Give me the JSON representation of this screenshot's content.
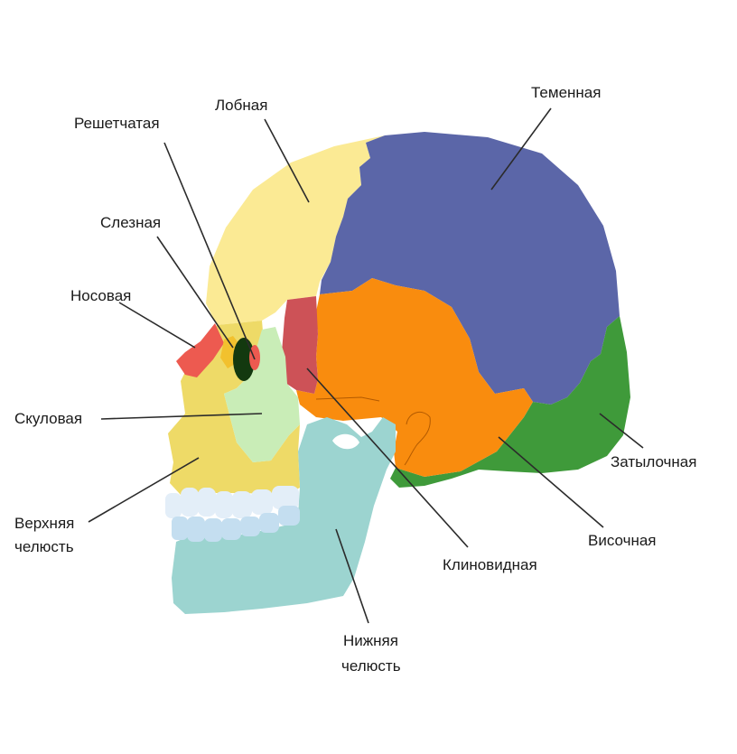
{
  "colors": {
    "frontal": "#FBEA94",
    "parietal": "#5B66A8",
    "occipital": "#3F9A3A",
    "temporal": "#F98C0E",
    "sphenoid": "#CD5257",
    "nasal": "#ED5A50",
    "lacrimal": "#F2C12E",
    "ethmoid": "#13390F",
    "zygomatic": "#C9EDB7",
    "maxilla": "#EEDA67",
    "mandible": "#9CD4D0",
    "upper_teeth": "#E3EEF8",
    "lower_teeth": "#C4DEF0",
    "outline": "#2b2b2b"
  },
  "labels": {
    "ethmoid": "Решетчатая",
    "frontal": "Лобная",
    "parietal": "Теменная",
    "lacrimal": "Слезная",
    "nasal": "Носовая",
    "zygomatic": "Скуловая",
    "maxilla_line1": "Верхняя",
    "maxilla_line2": "челюсть",
    "occipital": "Затылочная",
    "temporal": "Височная",
    "sphenoid": "Клиновидная",
    "mandible_line1": "Нижняя",
    "mandible_line2": "челюсть"
  }
}
